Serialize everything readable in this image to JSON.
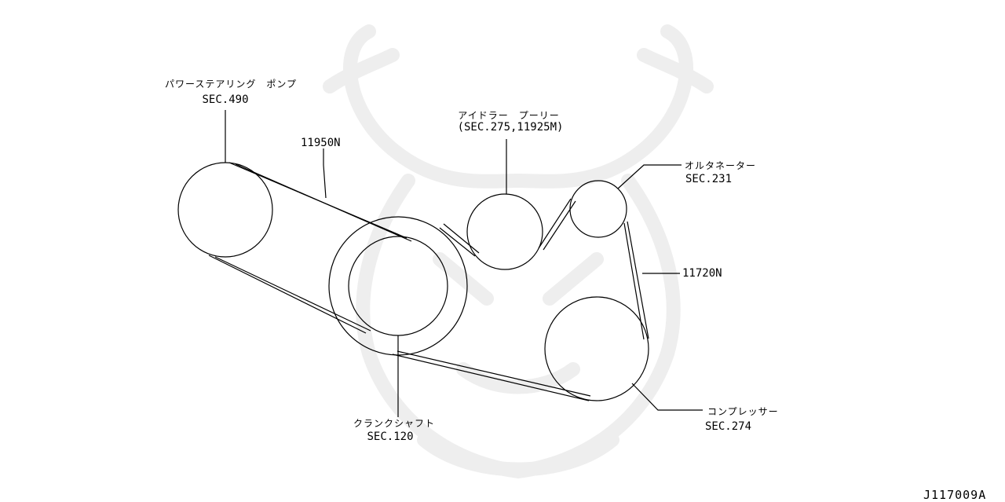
{
  "labels": {
    "ps_pump_name": "パワーステアリング　ポンプ",
    "ps_pump_sec": "SEC.490",
    "belt_ps": "11950N",
    "idler_name": "アイドラー　プーリー",
    "idler_sec": "(SEC.275,11925M)",
    "alternator_name": "オルタネーター",
    "alternator_sec": "SEC.231",
    "belt_alt": "11720N",
    "crank_name": "クランクシャフト",
    "crank_sec": "SEC.120",
    "compressor_name": "コンプレッサー",
    "compressor_sec": "SEC.274",
    "diagram_ref": "J117009A"
  },
  "colors": {
    "line": "#000000",
    "watermark": "#eeeeee",
    "background": "#ffffff"
  }
}
